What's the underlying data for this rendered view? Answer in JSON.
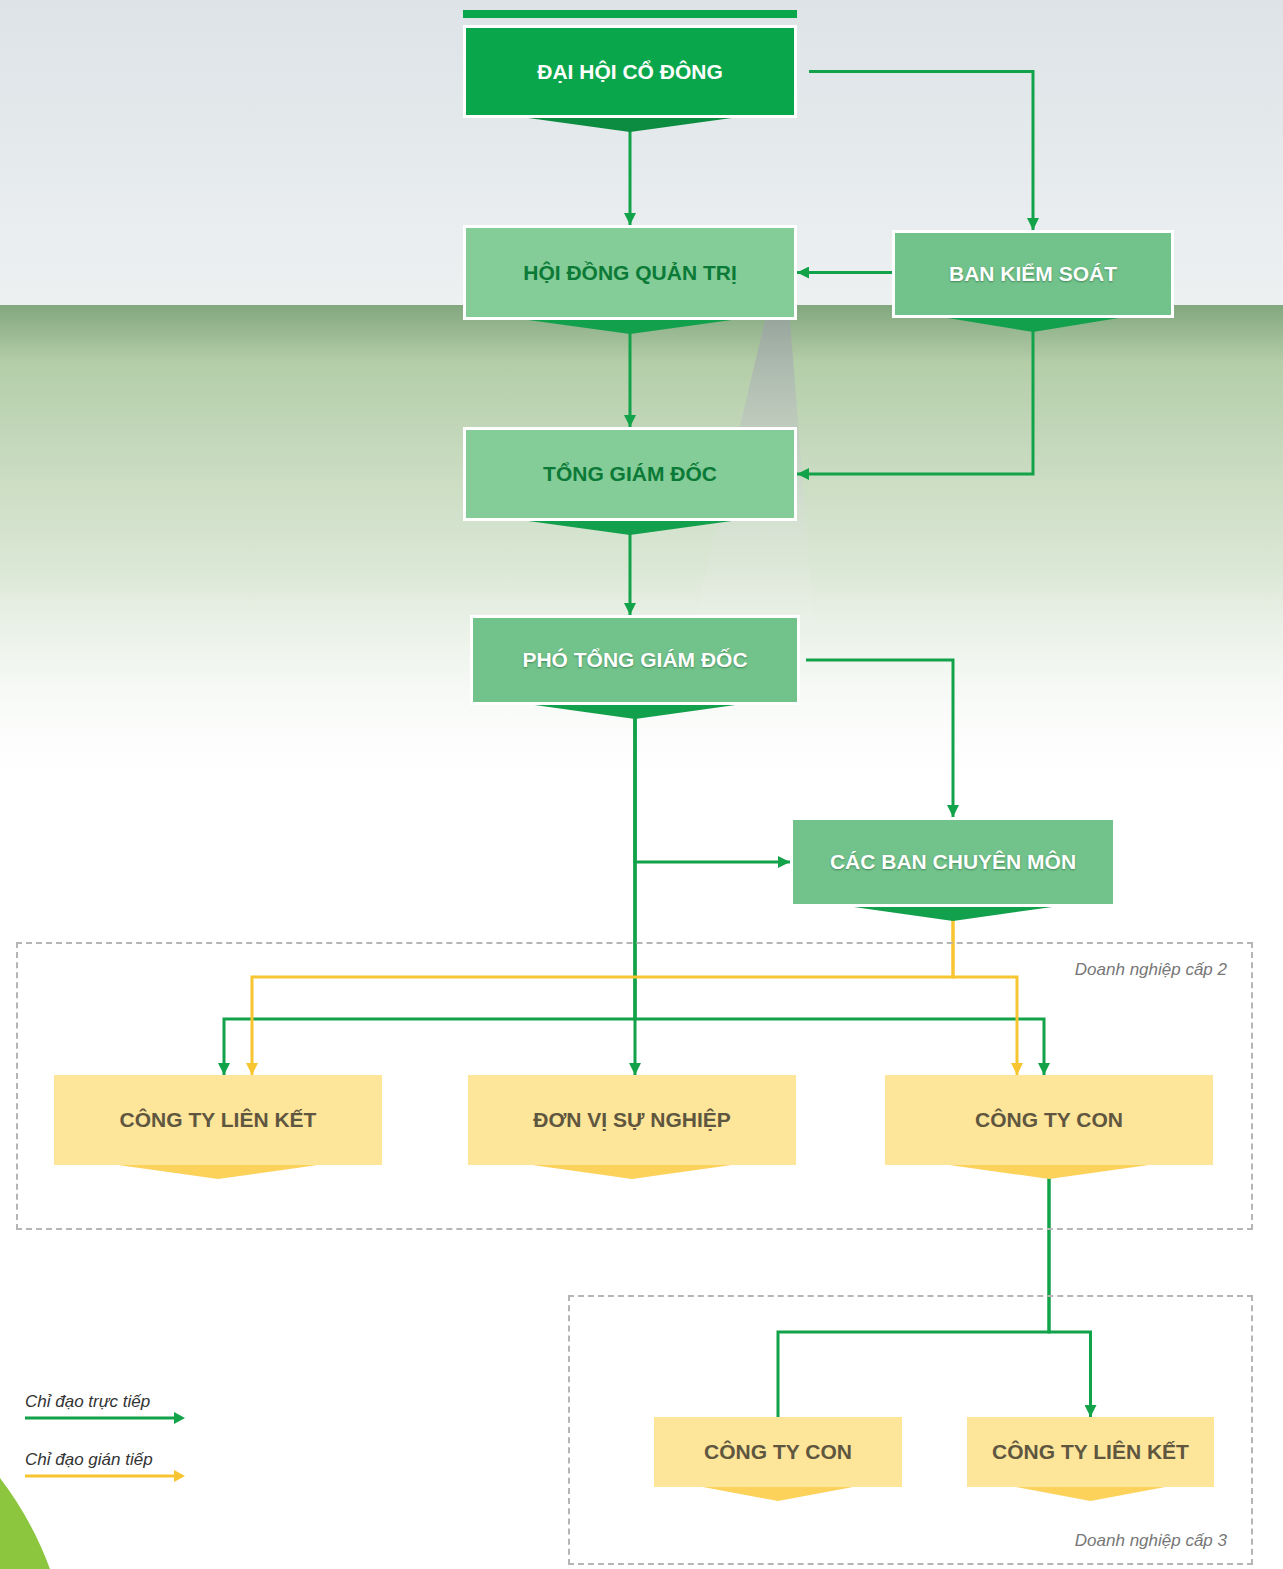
{
  "diagram": {
    "nodes": [
      {
        "text": [
          "ĐẠI HỘI CỔ ĐÔNG"
        ]
      },
      {
        "text": [
          "HỘI ĐỒNG QUẢN TRỊ"
        ]
      },
      {
        "text": [
          "BAN KIỂM SOÁT"
        ]
      },
      {
        "text": [
          "TỔNG GIÁM ĐỐC"
        ]
      },
      {
        "text": [
          "PHÓ TỔNG GIÁM ĐỐC"
        ]
      },
      {
        "text": [
          "CÁC BAN CHUYÊN MÔN"
        ]
      },
      {
        "text": [
          "Doanh nghiệp cấp 2"
        ]
      },
      {
        "text": [
          "CÔNG TY LIÊN KẾT"
        ],
        "in": 6
      },
      {
        "text": [
          "ĐƠN VỊ SỰ NGHIỆP"
        ],
        "in": 6
      },
      {
        "text": [
          "CÔNG TY CON"
        ],
        "in": 6
      },
      {
        "text": [
          "Doanh nghiệp cấp 3"
        ]
      },
      {
        "text": [
          "CÔNG TY CON"
        ],
        "in": 10
      },
      {
        "text": [
          "CÔNG TY LIÊN KẾT"
        ],
        "in": 10
      }
    ],
    "edges": [
      {
        "from": 0,
        "to": 1,
        "arrow": "to"
      },
      {
        "from": 0,
        "to": 2,
        "arrow": "to"
      },
      {
        "from": 2,
        "to": 1,
        "arrow": "to"
      },
      {
        "from": 1,
        "to": 3,
        "arrow": "to"
      },
      {
        "from": 2,
        "to": 3,
        "arrow": "to"
      },
      {
        "from": 3,
        "to": 4,
        "arrow": "to"
      },
      {
        "from": 4,
        "to": 5,
        "arrow": "to"
      },
      {
        "from": 4,
        "to": 5,
        "arrow": "to"
      },
      {
        "from": 4,
        "to": 7,
        "arrow": "to"
      },
      {
        "from": 4,
        "to": 8,
        "arrow": "to"
      },
      {
        "from": 4,
        "to": 9,
        "arrow": "to"
      },
      {
        "from": 5,
        "to": 7,
        "arrow": "to"
      },
      {
        "from": 5,
        "to": 9,
        "arrow": "to"
      },
      {
        "from": 9,
        "to": 11,
        "arrow": "none"
      },
      {
        "from": 9,
        "to": 12,
        "arrow": "to"
      }
    ],
    "legend": [
      {
        "text": "Chỉ đạo trực tiếp"
      },
      {
        "text": "Chỉ đạo gián tiếp"
      }
    ]
  }
}
